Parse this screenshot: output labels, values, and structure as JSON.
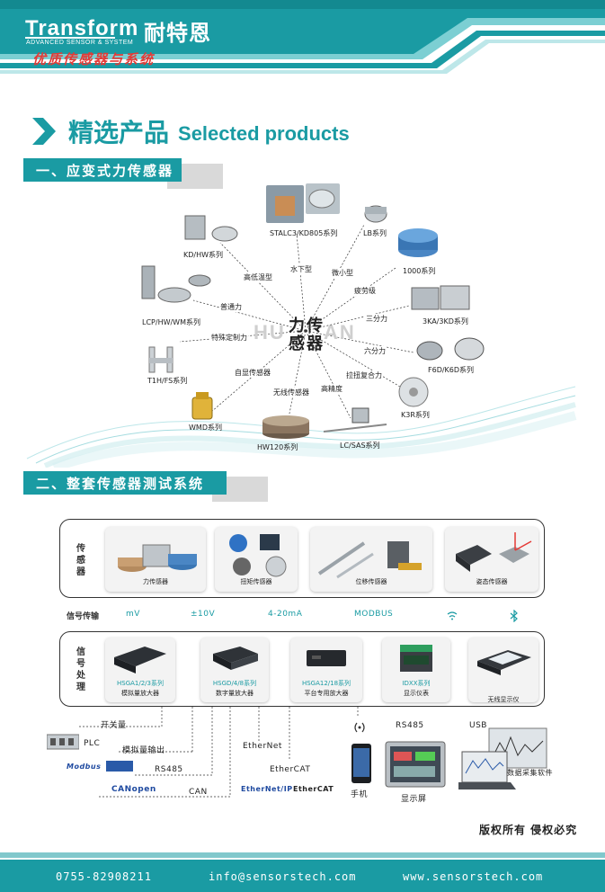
{
  "header": {
    "brand_en": "Transform",
    "brand_sub": "ADVANCED SENSOR & SYSTEM",
    "brand_cn": "耐特恩",
    "slogan": "优质传感器与系统"
  },
  "selected": {
    "title_cn": "精选产品",
    "title_en": "Selected products"
  },
  "section1": {
    "title": "一、应变式力传感器"
  },
  "section2": {
    "title": "二、整套传感器测试系统"
  },
  "force_diagram": {
    "center": "力传感器",
    "watermark_left": "HU",
    "watermark_right": "AN",
    "spokes": [
      {
        "label": "水下型",
        "product": "STALC3/KD805系列"
      },
      {
        "label": "微小型",
        "product": "LB系列"
      },
      {
        "label": "疲劳级",
        "product": "1000系列"
      },
      {
        "label": "三分力",
        "product": "3KA/3KD系列"
      },
      {
        "label": "六分力",
        "product": "F6D/K6D系列"
      },
      {
        "label": "拉扭复合力",
        "product": "K3R系列"
      },
      {
        "label": "高精度",
        "product": "LC/SAS系列"
      },
      {
        "label": "无线传感器",
        "product": "HW120系列"
      },
      {
        "label": "自显传感器",
        "product": "WMD系列"
      },
      {
        "label": "特殊定制力",
        "product": "T1H/FS系列"
      },
      {
        "label": "普通力",
        "product": "LCP/HW/WM系列"
      },
      {
        "label": "高低温型",
        "product": "KD/HW系列"
      }
    ]
  },
  "system": {
    "sensor_row_title": "传感器",
    "sensors": [
      "力传感器",
      "扭矩传感器",
      "位移传感器",
      "姿态传感器"
    ],
    "signal_title": "信号传输",
    "signals": [
      "mV",
      "±10V",
      "4-20mA",
      "MODBUS"
    ],
    "processing_title": "信号处理",
    "processors": [
      {
        "series": "HSGA1/2/3系列",
        "name": "模拟量放大器"
      },
      {
        "series": "HSGD/4/8系列",
        "name": "数字量放大器"
      },
      {
        "series": "HSGA12/18系列",
        "name": "平台专用放大器"
      },
      {
        "series": "IDXX系列",
        "name": "显示仪表"
      },
      {
        "series": "",
        "name": "无线显示仪"
      }
    ],
    "outputs": {
      "switch": "开关量",
      "plc": "PLC",
      "analog_out": "模拟量输出",
      "modbus_logo": "Modbus",
      "rs485": "RS485",
      "canopen": "CANopen",
      "can": "CAN",
      "ethernet": "EtherNet",
      "ethercat": "EtherCAT",
      "ethernet_ip": "EtherNet/IP",
      "ethercat_logo": "EtherCAT",
      "phone": "手机",
      "rs485_screen": "RS485",
      "screen": "显示屏",
      "usb": "USB",
      "software": "数据采集软件"
    }
  },
  "copyright": "版权所有 侵权必究",
  "footer": {
    "phone": "0755-82908211",
    "email": "info@sensorstech.com",
    "website": "www.sensorstech.com"
  },
  "colors": {
    "teal": "#1a9ba3",
    "red": "#e53935"
  }
}
